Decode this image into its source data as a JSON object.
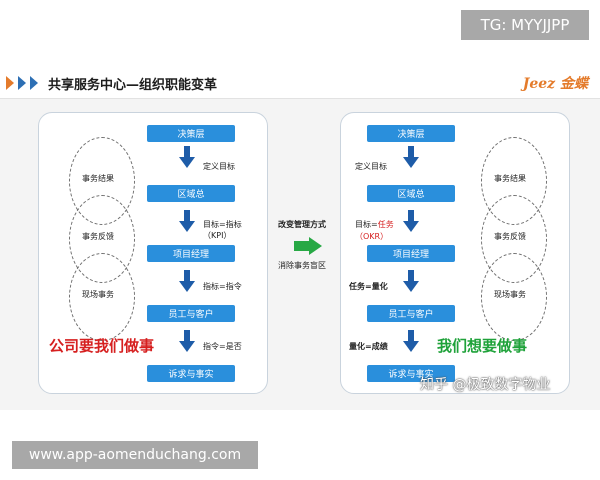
{
  "top_tag": "TG: MYYJJPP",
  "bottom_tag": "www.app-aomenduchang.com",
  "slide": {
    "title": "共享服务中心—组织职能变革",
    "logo": "Jeez 金蝶",
    "left": {
      "levels": [
        "决策层",
        "区域总",
        "项目经理",
        "员工与客户",
        "诉求与事实"
      ],
      "notes": [
        "定义目标",
        "目标=指标\n（KPI）",
        "指标=指令",
        "指令=是否"
      ],
      "ellipses": [
        "事务结果",
        "事务反馈",
        "现场事务"
      ],
      "slogan": "公司要我们做事"
    },
    "middle": {
      "top": "改变管理方式",
      "bottom": "消除事务盲区"
    },
    "right": {
      "levels": [
        "决策层",
        "区域总",
        "项目经理",
        "员工与客户",
        "诉求与事实"
      ],
      "notes": [
        "定义目标",
        "目标=",
        "任务",
        "（OKR）",
        "任务=量化",
        "量化=成绩"
      ],
      "ellipses": [
        "事务结果",
        "事务反馈",
        "现场事务"
      ],
      "slogan": "我们想要做事"
    },
    "watermark": "知乎 @极致数字物业"
  }
}
